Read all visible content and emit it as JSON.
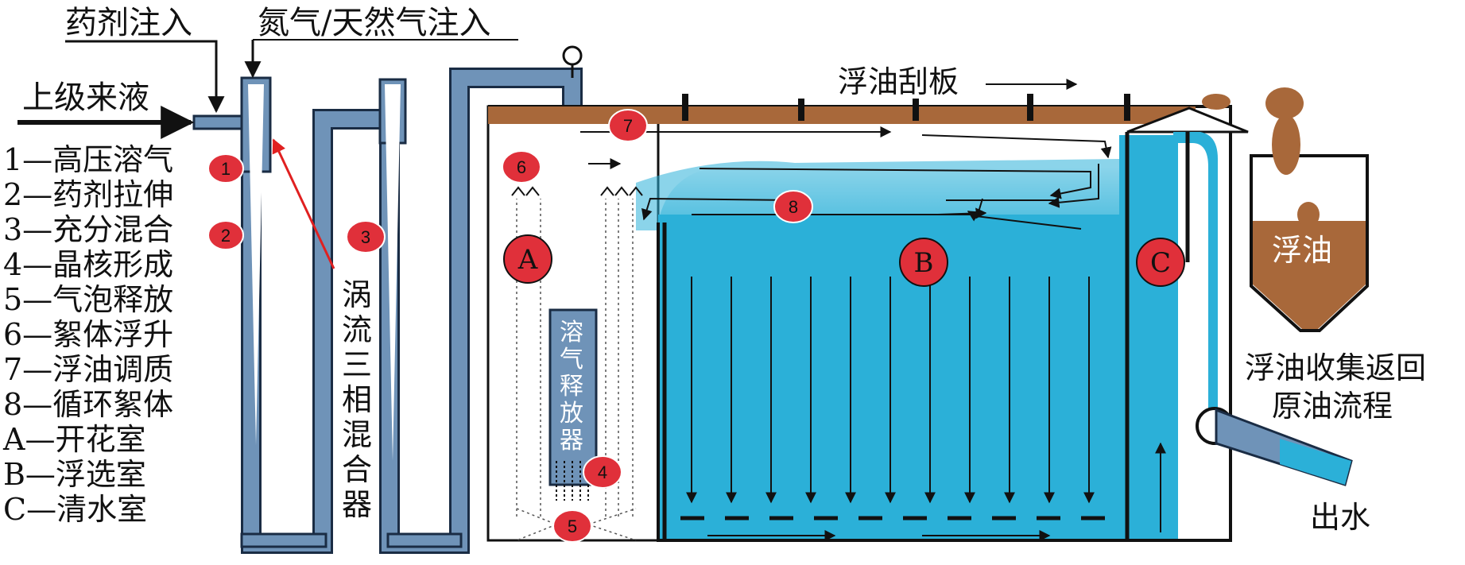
{
  "inlets": {
    "chemical": "药剂注入",
    "gas": "氮气/天然气注入",
    "upstream": "上级来液"
  },
  "legend": [
    "1—高压溶气",
    "2—药剂拉伸",
    "3—充分混合",
    "4—晶核形成",
    "5—气泡释放",
    "6—絮体浮升",
    "7—浮油调质",
    "8—循环絮体",
    "A—开花室",
    "B—浮选室",
    "C—清水室"
  ],
  "mixer_label": [
    "涡",
    "流",
    "三",
    "相",
    "混",
    "合",
    "器"
  ],
  "releaser_label": [
    "溶",
    "气",
    "释",
    "放",
    "器"
  ],
  "skimmer": "浮油刮板",
  "oil_hopper": "浮油",
  "oil_return": [
    "浮油收集返回",
    "原油流程"
  ],
  "outlet": "出水",
  "markers": {
    "m1": "1",
    "m2": "2",
    "m3": "3",
    "m4": "4",
    "m5": "5",
    "m6": "6",
    "m7": "7",
    "m8": "8"
  },
  "chambers": {
    "a": "A",
    "b": "B",
    "c": "C"
  },
  "colors": {
    "pipe": "#6f93b8",
    "pipe_dark": "#1a2c44",
    "water": "#2bb0d8",
    "oil": "#a8683a",
    "marker_red": "#e0303a",
    "arrow_red": "#e02020"
  }
}
